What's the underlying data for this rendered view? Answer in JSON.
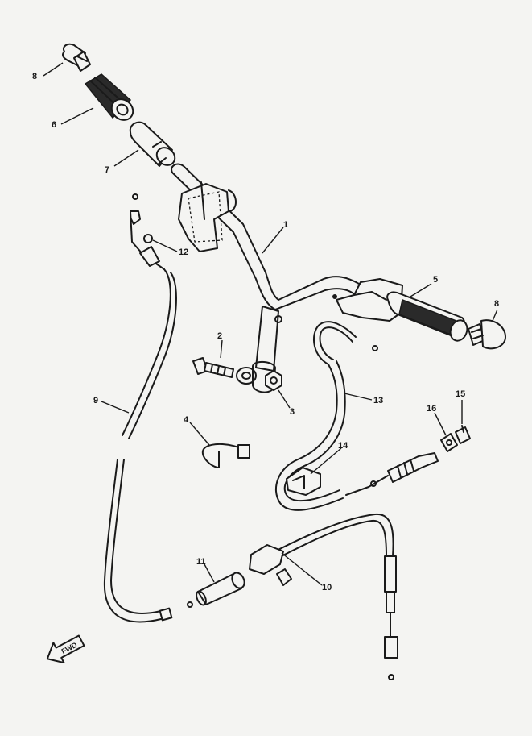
{
  "callouts": [
    {
      "id": "8a",
      "label": "8"
    },
    {
      "id": "6",
      "label": "6"
    },
    {
      "id": "7",
      "label": "7"
    },
    {
      "id": "12",
      "label": "12"
    },
    {
      "id": "1",
      "label": "1"
    },
    {
      "id": "5",
      "label": "5"
    },
    {
      "id": "8b",
      "label": "8"
    },
    {
      "id": "2",
      "label": "2"
    },
    {
      "id": "3",
      "label": "3"
    },
    {
      "id": "13",
      "label": "13"
    },
    {
      "id": "9",
      "label": "9"
    },
    {
      "id": "4",
      "label": "4"
    },
    {
      "id": "14",
      "label": "14"
    },
    {
      "id": "16",
      "label": "16"
    },
    {
      "id": "15",
      "label": "15"
    },
    {
      "id": "11",
      "label": "11"
    },
    {
      "id": "10",
      "label": "10"
    }
  ],
  "direction_marker": {
    "label": "FWD",
    "icon": "fwd-arrow-icon"
  }
}
